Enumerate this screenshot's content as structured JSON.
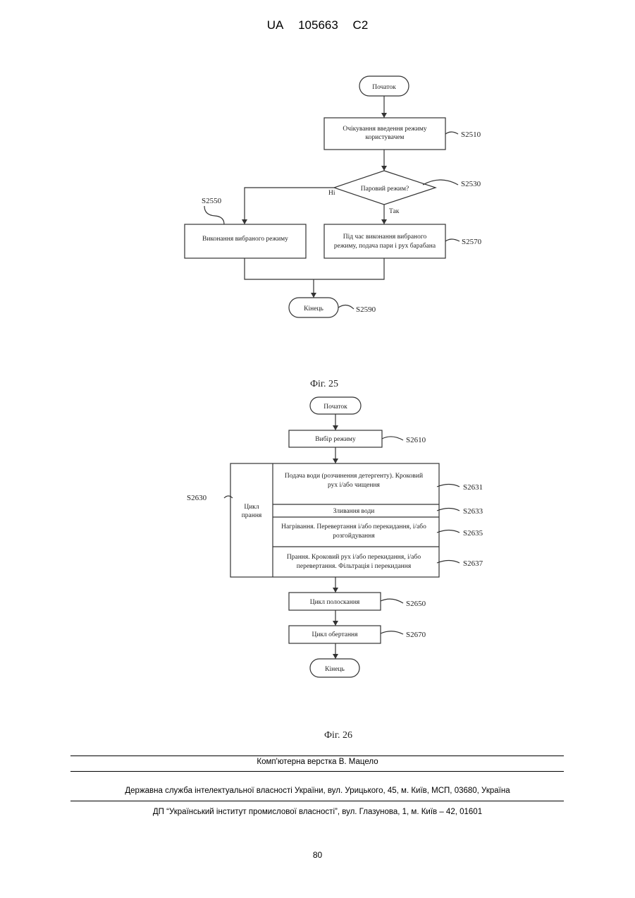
{
  "header": {
    "country": "UA",
    "number": "105663",
    "kind": "C2"
  },
  "fig25": {
    "start": "Початок",
    "s2510_text_1": "Очікування введення режиму",
    "s2510_text_2": "користувачем",
    "s2510": "S2510",
    "decision": "Паровий режим?",
    "s2530": "S2530",
    "no": "Ні",
    "yes": "Так",
    "s2550": "S2550",
    "s2550_text": "Виконання вибраного режиму",
    "s2570_text_1": "Під час виконання вибраного",
    "s2570_text_2": "режиму, подача пари і рух барабана",
    "s2570": "S2570",
    "end": "Кінець",
    "s2590": "S2590",
    "caption": "Фіг. 25"
  },
  "fig26": {
    "start": "Початок",
    "s2610_text": "Вибір режиму",
    "s2610": "S2610",
    "s2630": "S2630",
    "wash_cycle_1": "Цикл",
    "wash_cycle_2": "прання",
    "s2631_text_1": "Подача води (розчинення детергенту). Кроковий",
    "s2631_text_2": "рух і/або чищення",
    "s2631": "S2631",
    "s2633_text": "Зливання води",
    "s2633": "S2633",
    "s2635_text_1": "Нагрівання. Перевертання і/або перекидання, і/або",
    "s2635_text_2": "розгойдування",
    "s2635": "S2635",
    "s2637_text_1": "Прання. Кроковий рух і/або перекидання, і/або",
    "s2637_text_2": "перевертання. Фільтрація і перекидання",
    "s2637": "S2637",
    "s2650_text": "Цикл полоскання",
    "s2650": "S2650",
    "s2670_text": "Цикл обертання",
    "s2670": "S2670",
    "end": "Кінець",
    "caption": "Фіг. 26"
  },
  "footer": {
    "typesetting": "Комп'ютерна верстка В. Мацело",
    "service": "Державна служба інтелектуальної власності України, вул. Урицького, 45, м. Київ, МСП, 03680, Україна",
    "institute": "ДП “Український інститут промислової власності”, вул. Глазунова, 1, м. Київ – 42, 01601"
  },
  "page_number": "80"
}
